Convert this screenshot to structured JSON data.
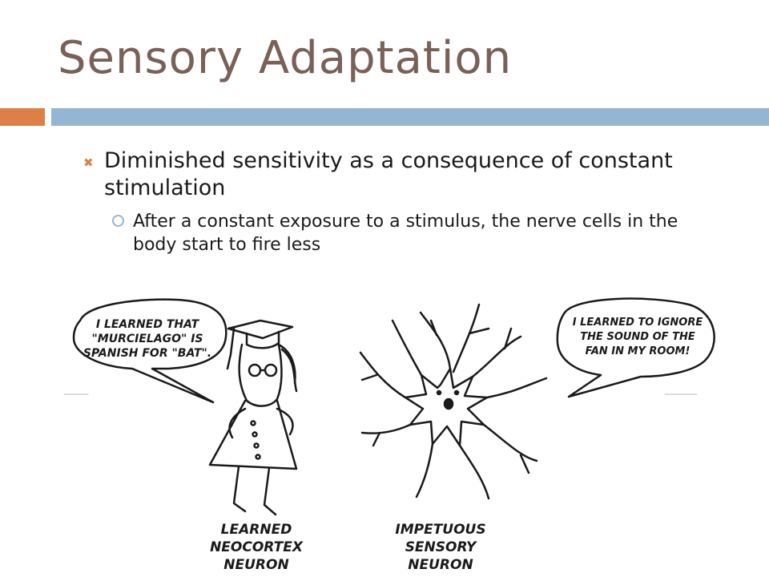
{
  "slide": {
    "title": "Sensory Adaptation",
    "bullet_1": "Diminished sensitivity as a consequence of constant stimulation",
    "bullet_2": "After a constant exposure to a stimulus, the nerve cells in the body start to fire less"
  },
  "cartoon": {
    "left_speech_line1": "I LEARNED THAT",
    "left_speech_line2": "\"MURCIELAGO\" IS",
    "left_speech_line3": "SPANISH FOR \"BAT\".",
    "right_speech_line1": "I LEARNED TO IGNORE",
    "right_speech_line2": "THE SOUND OF THE",
    "right_speech_line3": "FAN IN MY ROOM!",
    "left_caption_line1": "LEARNED NEOCORTEX",
    "left_caption_line2": "NEURON",
    "right_caption_line1": "IMPETUOUS SENSORY",
    "right_caption_line2": "NEURON"
  },
  "colors": {
    "title": "#7a6158",
    "accent_orange": "#dd8047",
    "accent_blue": "#94b6d2"
  }
}
